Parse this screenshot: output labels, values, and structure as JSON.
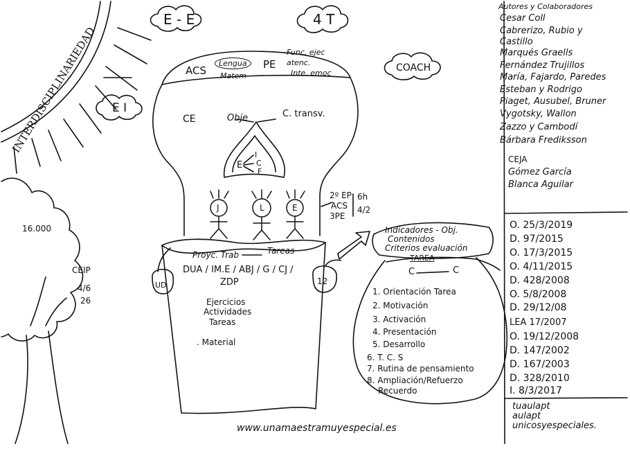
{
  "clouds": {
    "top_left": "E - E",
    "top_center": "4 T",
    "left": "E I",
    "right": "COACH"
  },
  "sun_arc_label": "INTERDISCIPLINARIEDAD",
  "tree": {
    "number": "16.000",
    "school": "CEIP",
    "grade": "4/6",
    "count": "26"
  },
  "balloon_top": {
    "acs": "ACS",
    "acs_items": [
      "Lengua",
      "Matem"
    ],
    "pe": "PE",
    "pe_items": [
      "Func. ejec",
      "atenc.",
      "Inte. emoc"
    ]
  },
  "balloon_middle": {
    "ce": "CE",
    "obje": "Obje",
    "ctransv": "C. transv."
  },
  "flame": {
    "e": "E",
    "items": [
      "I",
      "C",
      "F"
    ]
  },
  "students": [
    "J",
    "L",
    "E"
  ],
  "student_side": {
    "rows": [
      "2º EP",
      "ACS",
      "3PE"
    ],
    "values": [
      "6h",
      "4/2"
    ]
  },
  "basket": {
    "title_left": "Proyc. Trab",
    "title_right": "Tareas",
    "line1": "DUA / IM.E / ABJ / G / CJ /",
    "line2": "ZDP",
    "items": [
      "Ejercicios",
      "Actividades",
      "Tareas"
    ],
    "material": ". Material"
  },
  "side_bags": {
    "left": "UD",
    "right": "12"
  },
  "sack": {
    "header": [
      "Indicadores - Obj.",
      "Contenidos",
      "Criterios evaluación"
    ],
    "tarea": "TAREA",
    "c_left": "C",
    "c_right": "C",
    "steps": [
      "1. Orientación Tarea",
      "2. Motivación",
      "3. Activación",
      "4. Presentación",
      "5. Desarrollo",
      "6. T. C. S",
      "7. Rutina de pensamiento",
      "8. Ampliación/Refuerzo",
      "Recuerdo"
    ]
  },
  "authors": [
    "Autores y Colaboradores",
    "Cesar Coll",
    "Cabrerizo, Rubio y",
    "Castillo",
    "Marqués Graells",
    "Fernández Trujillos",
    "María, Fajardo, Paredes",
    "Esteban y Rodrigo",
    "Piaget, Ausubel, Bruner",
    "Vygotsky, Wallon",
    "Zazzo y Cambodí",
    "Bárbara Frediksson",
    "CEJA",
    "Gómez García",
    "Blanca Aguilar"
  ],
  "laws": [
    "O. 25/3/2019",
    "D. 97/2015",
    "O. 17/3/2015",
    "O. 4/11/2015",
    "D. 428/2008",
    "O. 5/8/2008",
    "D. 29/12/08",
    "LEA 17/2007",
    "O. 19/12/2008",
    "D. 147/2002",
    "D. 167/2003",
    "D. 328/2010",
    "I. 8/3/2017"
  ],
  "footer_right": [
    "tuaulapt",
    "aulapt",
    "unicosyespeciales."
  ],
  "website": "www.unamaestramuyespecial.es"
}
